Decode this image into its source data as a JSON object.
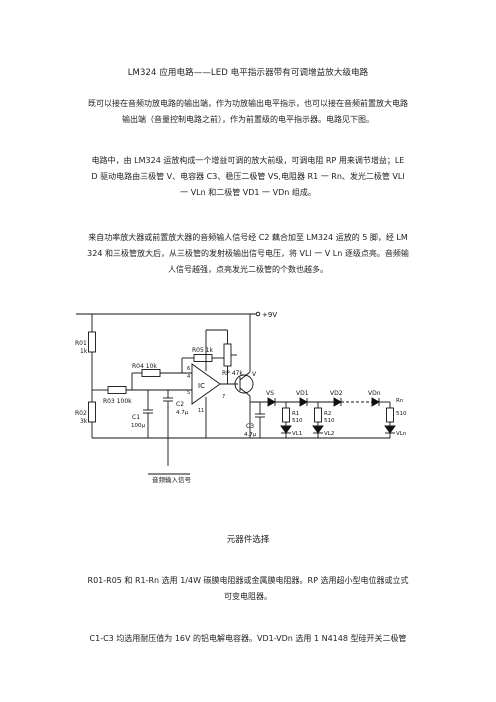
{
  "doc": {
    "title": "LM324 应用电路——LED 电平指示器带有可调增益放大级电路",
    "intro": [
      "既可以接在音频功放电路的输出端，作为功放输出电平指示，也可以接在音频前置放大电路",
      "输出端（音量控制电路之前），作为前置级的电平指示器。电路见下图。"
    ],
    "para2": [
      "电路中，由 LM324 运放构成一个增益可调的放大前级，可调电阻 RP 用来调节增益；LE",
      "D 驱动电路由三极管 V、电容器 C3、稳压二极管 VS,电阻器 R1 一 Rn、发光二极管 VLl",
      "一 VLn 和二极管 VD1 一 VDn 组成。"
    ],
    "para3": [
      "来自功率放大器或前置放大器的音频输人信号经 C2 藕合加至 LM324 运放的 5 脚，经 LM",
      "324 和三极管放大后，从三极管的发射极输出信号电压，将 VLl 一 V  Ln 逐级点亮。音频输",
      "人信号越强，点亮发光二极管的个数也越多。"
    ],
    "section_heading": "元器件选择",
    "para4": [
      "R01-R05 和 R1-Rn 选用 1/4W 碳膜电阻器或金属膜电阻器。RP 选用超小型电位器或立式",
      "可变电阻器。"
    ],
    "para5": [
      "C1-C3 均选用耐压值为 16V 的铝电解电容器。VD1-VDn 选用 1  N4148 型硅开关二极管"
    ]
  },
  "circuit": {
    "supply": "+9V",
    "R01": "R01",
    "R01_val": "1k",
    "R02": "R02",
    "R02_val": "3k",
    "R03": "R03 100k",
    "R04": "R04 10k",
    "R05": "R05 1k",
    "RP": "RP 47k",
    "C1": "C1",
    "C1_val": "100μ",
    "C2": "C2",
    "C2_val": "4.7μ",
    "C3": "C3",
    "C3_val": "4.7μ",
    "ic": "IC",
    "pin4": "4",
    "pin5": "5",
    "pin6": "6",
    "pin7": "7",
    "pin11": "11",
    "V": "V",
    "VS": "VS",
    "VD1": "VD1",
    "VD2": "VD2",
    "VDn": "VDn",
    "R1": "R1",
    "R1_val": "510",
    "R2": "R2",
    "R2_val": "510",
    "Rn": "Rn",
    "Rn_val": "510",
    "VL1": "VL1",
    "VL2": "VL2",
    "VLn": "VLn",
    "input_label": "音频输入信号"
  }
}
